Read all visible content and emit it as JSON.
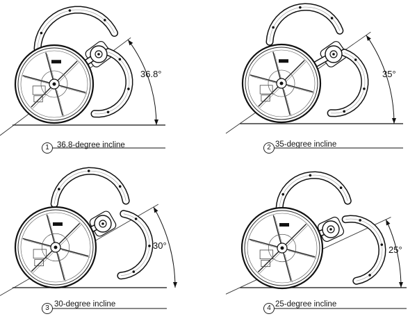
{
  "panels": [
    {
      "number": "1",
      "angle_label": "36.8°",
      "caption": "36.8-degree incline",
      "incline_deg": 36.8
    },
    {
      "number": "2",
      "angle_label": "35°",
      "caption": "35-degree incline",
      "incline_deg": 35
    },
    {
      "number": "3",
      "angle_label": "30°",
      "caption": "30-degree incline",
      "incline_deg": 30
    },
    {
      "number": "4",
      "angle_label": "25°",
      "caption": "25-degree incline",
      "incline_deg": 25
    }
  ]
}
